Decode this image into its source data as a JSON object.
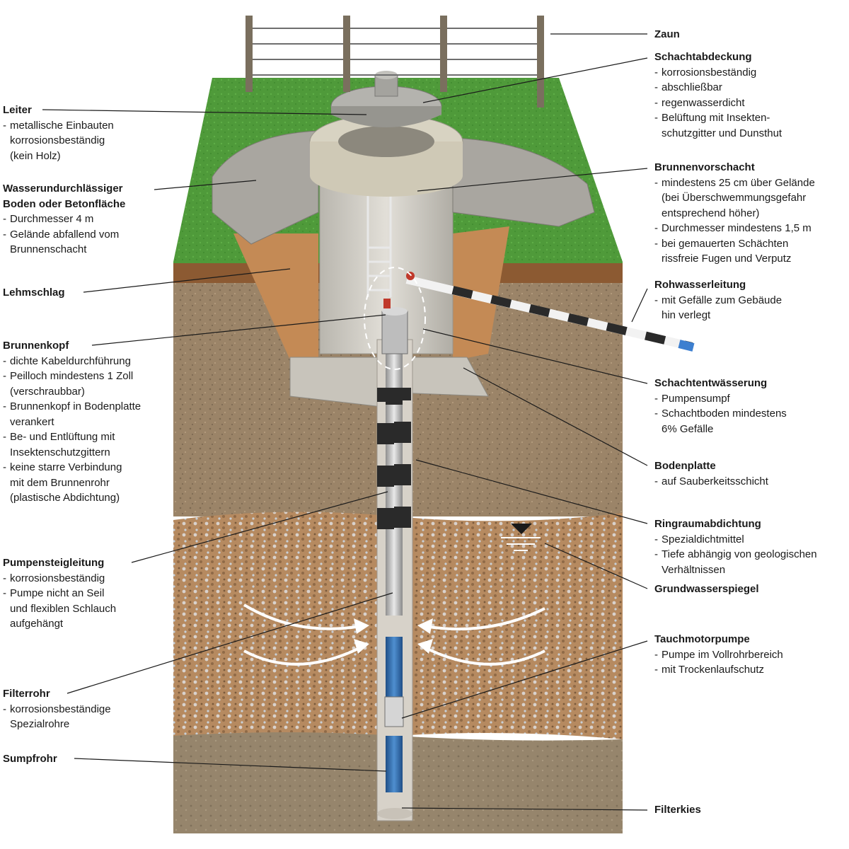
{
  "labels": {
    "zaun": {
      "title": "Zaun",
      "items": []
    },
    "schachtabdeckung": {
      "title": "Schachtabdeckung",
      "items": [
        [
          "korrosionsbeständig"
        ],
        [
          "abschließbar"
        ],
        [
          "regenwasserdicht"
        ],
        [
          "Belüftung mit Insekten-",
          "schutzgitter und Dunsthut"
        ]
      ]
    },
    "leiter": {
      "title": "Leiter",
      "items": [
        [
          "metallische Einbauten",
          "korrosionsbeständig",
          "(kein Holz)"
        ]
      ]
    },
    "boden": {
      "title": "Wasserundurchlässiger",
      "title2": "Boden oder Betonfläche",
      "items": [
        [
          "Durchmesser 4 m"
        ],
        [
          "Gelände abfallend vom",
          "Brunnenschacht"
        ]
      ]
    },
    "vorschacht": {
      "title": "Brunnenvorschacht",
      "items": [
        [
          "mindestens 25 cm über Gelände",
          "(bei Überschwemmungsgefahr",
          "entsprechend höher)"
        ],
        [
          "Durchmesser mindestens 1,5 m"
        ],
        [
          "bei gemauerten Schächten",
          "rissfreie Fugen und Verputz"
        ]
      ]
    },
    "lehmschlag": {
      "title": "Lehmschlag",
      "items": []
    },
    "rohwasser": {
      "title": "Rohwasserleitung",
      "items": [
        [
          "mit Gefälle zum Gebäude",
          "hin verlegt"
        ]
      ]
    },
    "brunnenkopf": {
      "title": "Brunnenkopf",
      "items": [
        [
          "dichte Kabeldurchführung"
        ],
        [
          "Peilloch mindestens 1 Zoll",
          "(verschraubbar)"
        ],
        [
          "Brunnenkopf in Bodenplatte",
          "verankert"
        ],
        [
          "Be- und Entlüftung mit",
          "Insektenschutzgittern"
        ],
        [
          "keine starre Verbindung",
          "mit dem Brunnenrohr",
          "(plastische Abdichtung)"
        ]
      ]
    },
    "entwaesserung": {
      "title": "Schachtentwässerung",
      "items": [
        [
          "Pumpensumpf"
        ],
        [
          "Schachtboden mindestens",
          "6% Gefälle"
        ]
      ]
    },
    "bodenplatte": {
      "title": "Bodenplatte",
      "items": [
        [
          "auf Sauberkeitsschicht"
        ]
      ]
    },
    "ringraum": {
      "title": "Ringraumabdichtung",
      "items": [
        [
          "Spezialdichtmittel"
        ],
        [
          "Tiefe abhängig von geologischen",
          "Verhältnissen"
        ]
      ]
    },
    "steigleitung": {
      "title": "Pumpensteigleitung",
      "items": [
        [
          "korrosionsbeständig"
        ],
        [
          "Pumpe nicht an Seil",
          "und flexiblen Schlauch",
          "aufgehängt"
        ]
      ]
    },
    "grundwasser": {
      "title": "Grundwasserspiegel",
      "items": []
    },
    "tauchmotor": {
      "title": "Tauchmotorpumpe",
      "items": [
        [
          "Pumpe im Vollrohrbereich"
        ],
        [
          "mit Trockenlaufschutz"
        ]
      ]
    },
    "filterrohr": {
      "title": "Filterrohr",
      "items": [
        [
          "korrosionsbeständige",
          "Spezialrohre"
        ]
      ]
    },
    "sumpfrohr": {
      "title": "Sumpfrohr",
      "items": []
    },
    "filterkies": {
      "title": "Filterkies",
      "items": []
    }
  },
  "colors": {
    "grass": "#4f9a3a",
    "topsoil": "#8c5a32",
    "sand": "#9b8468",
    "gravel": "#b78b62",
    "deep": "#97866e",
    "concrete": "#c9c6bf",
    "lid": "#a9a9a6",
    "clay": "#c48a55",
    "water": "#2f67a8",
    "pipe_stripe": "#2a2a2a"
  }
}
